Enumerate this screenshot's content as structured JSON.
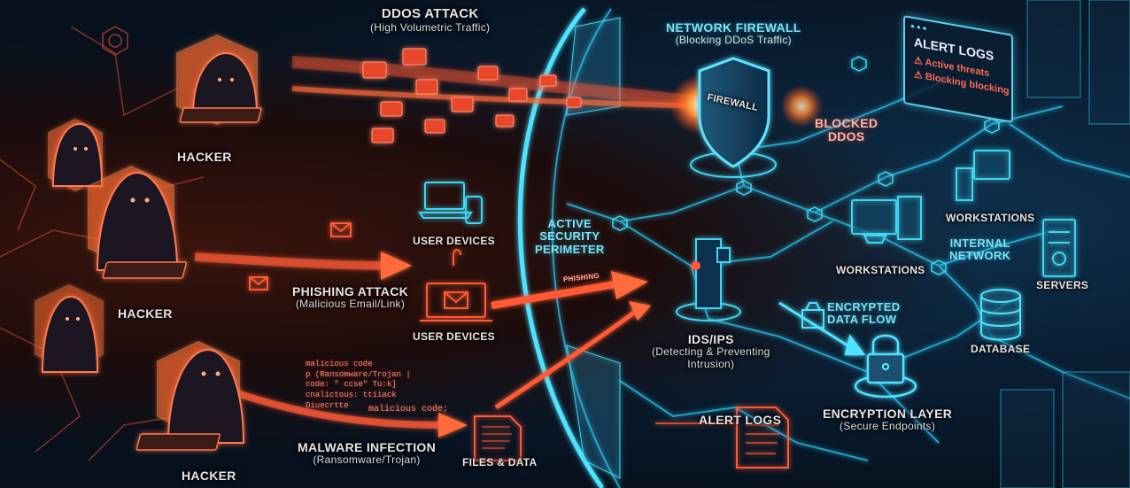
{
  "diagram": {
    "theme": {
      "threat_color": "#ff5a36",
      "defense_color": "#3fd6f2",
      "background_dark": "#0b1420"
    },
    "attackers": [
      {
        "id": "hacker-1",
        "label": "HACKER"
      },
      {
        "id": "hacker-2",
        "label": "HACKER"
      },
      {
        "id": "hacker-3",
        "label": "HACKER"
      }
    ],
    "attacks": {
      "ddos": {
        "title": "DDOS ATTACK",
        "subtitle": "(High Volumetric Traffic)"
      },
      "phishing": {
        "title": "PHISHING ATTACK",
        "subtitle": "(Malicious Email/Link)",
        "arrow_label": "PHISHING"
      },
      "malware": {
        "title": "MALWARE INFECTION",
        "subtitle": "(Ransomware/Trojan)"
      }
    },
    "malware_code_lines": [
      "malicious code",
      "p  (Ransomware/Trojan |",
      "code: \" ccse\"  Tu:k]",
      "   cnalictous: ttiiack",
      "        Diuecrtte",
      "malicious code;"
    ],
    "targets": {
      "user_devices_1": "USER DEVICES",
      "user_devices_2": "USER DEVICES",
      "files_data": "FILES & DATA"
    },
    "defenses": {
      "perimeter": [
        "ACTIVE",
        "SECURITY",
        "PERIMETER"
      ],
      "firewall": {
        "title": "NETWORK FIREWALL",
        "subtitle": "(Blocking DDoS Traffic)",
        "shield_text": "FIREWALL"
      },
      "blocked": [
        "BLOCKED",
        "DDOS"
      ],
      "ids_ips": {
        "title": "IDS/IPS",
        "subtitle_line1": "(Detecting & Preventing",
        "subtitle_line2": "Intrusion)"
      },
      "encrypted_flow": [
        "ENCRYPTED",
        "DATA FLOW"
      ],
      "encryption_layer": {
        "title": "ENCRYPTION LAYER",
        "subtitle": "(Secure Endpoints)"
      },
      "alert_logs_doc": "ALERT LOGS"
    },
    "alert_panel": {
      "title": "ALERT LOGS",
      "items": [
        "Active threats",
        "Blocking blocking"
      ]
    },
    "internal_network": {
      "title": [
        "INTERNAL",
        "NETWORK"
      ],
      "nodes": {
        "workstations_a": "WORKSTATIONS",
        "workstations_b": "WORKSTATIONS",
        "servers": "SERVERS",
        "database": "DATABASE"
      }
    }
  }
}
